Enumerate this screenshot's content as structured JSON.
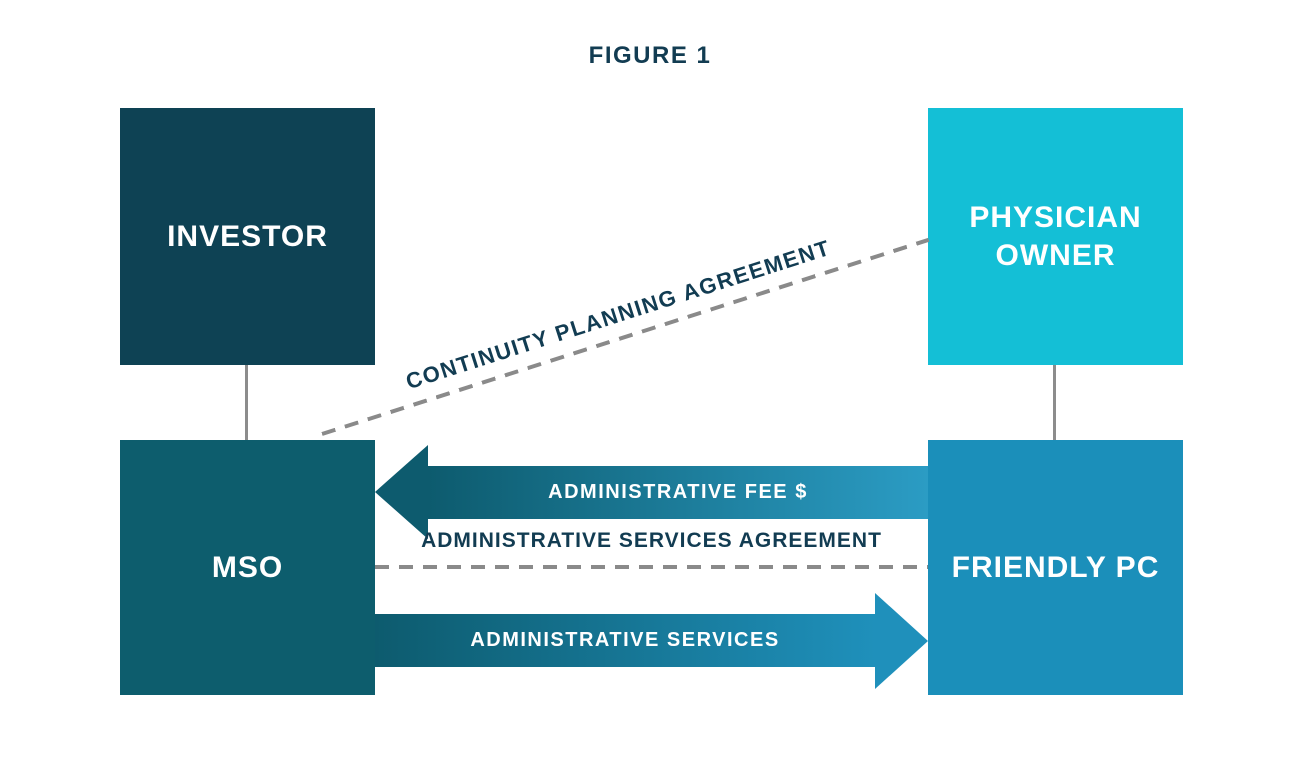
{
  "title": "FIGURE 1",
  "colors": {
    "investor_bg": "#0e4254",
    "physician_owner_bg": "#14bfd6",
    "mso_bg": "#0d5d6d",
    "friendly_pc_bg": "#1b8fba",
    "arrow_gradient_dark": "#0d5b6e",
    "fee_arrow_gradient_light": "#2b9cc4",
    "services_arrow_gradient_light": "#1f90bb",
    "dark_label_text": "#123c52",
    "connector_gray": "#8c8c8c",
    "dashed_line_gray": "#8a8a8a"
  },
  "nodes": {
    "investor": {
      "label": "INVESTOR"
    },
    "physician_owner": {
      "label": "PHYSICIAN OWNER"
    },
    "mso": {
      "label": "MSO"
    },
    "friendly_pc": {
      "label": "FRIENDLY PC"
    }
  },
  "edges": {
    "investor_to_mso": {
      "type": "solid-line",
      "from": "INVESTOR",
      "to": "MSO",
      "label": ""
    },
    "physician_owner_to_friendly_pc": {
      "type": "solid-line",
      "from": "PHYSICIAN OWNER",
      "to": "FRIENDLY PC",
      "label": ""
    },
    "continuity_planning": {
      "type": "dashed-line",
      "from": "PHYSICIAN OWNER",
      "to": "MSO",
      "label": "CONTINUITY PLANNING AGREEMENT"
    },
    "administrative_fee": {
      "type": "arrow",
      "direction": "left",
      "from": "FRIENDLY PC",
      "to": "MSO",
      "label": "ADMINISTRATIVE FEE $"
    },
    "administrative_services_agreement": {
      "type": "dashed-line",
      "from": "MSO",
      "to": "FRIENDLY PC",
      "label": "ADMINISTRATIVE SERVICES AGREEMENT"
    },
    "administrative_services": {
      "type": "arrow",
      "direction": "right",
      "from": "MSO",
      "to": "FRIENDLY PC",
      "label": "ADMINISTRATIVE SERVICES"
    }
  }
}
